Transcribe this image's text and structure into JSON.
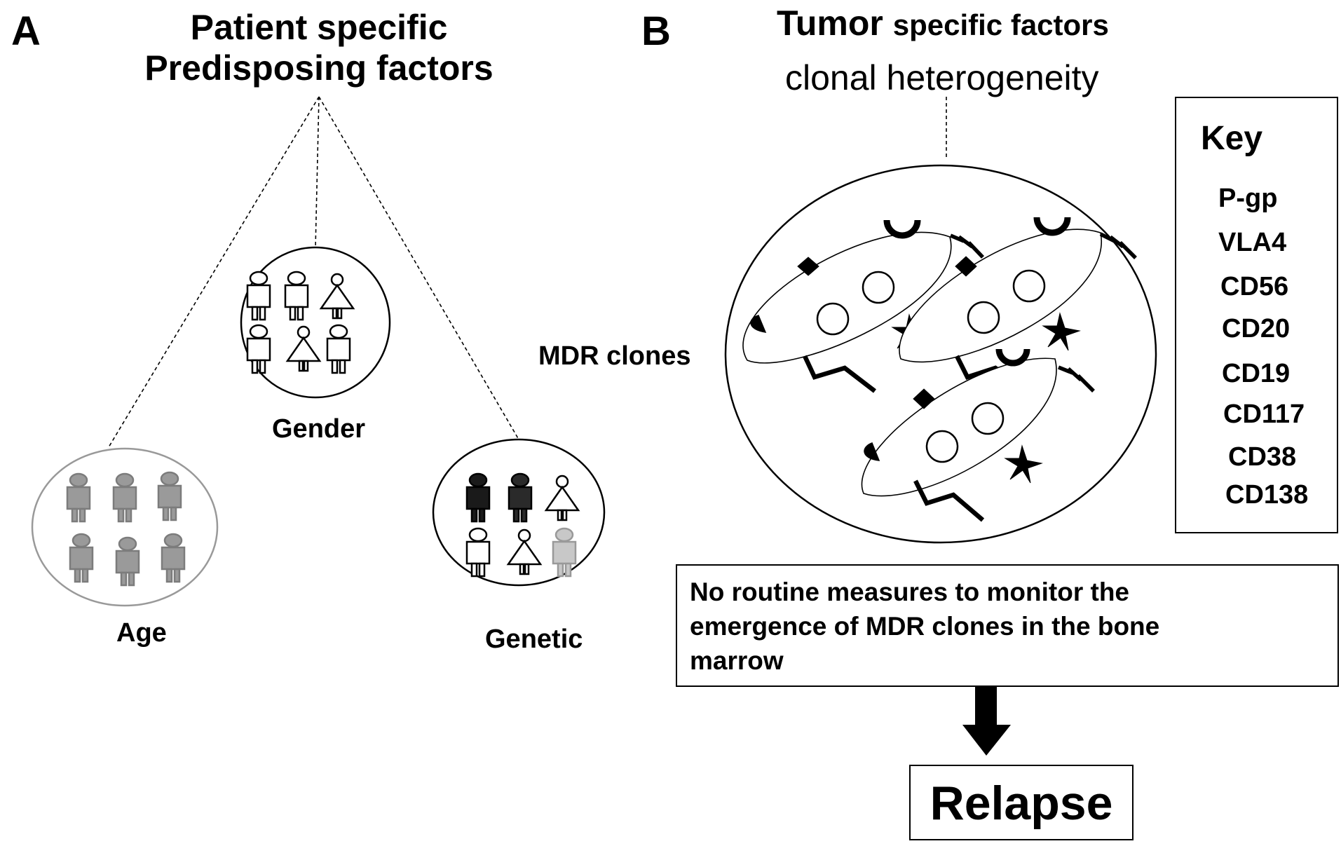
{
  "panel_a": {
    "letter": "A",
    "title_line1": "Patient specific",
    "title_line2": "Predisposing factors",
    "groups": {
      "gender": "Gender",
      "age": "Age",
      "genetic": "Genetic"
    }
  },
  "panel_b": {
    "letter": "B",
    "title_bold": "Tumor",
    "title_rest": "specific factors",
    "subtitle": "clonal heterogeneity",
    "mdr_label": "MDR clones",
    "key": {
      "title": "Key",
      "items": [
        "P-gp",
        "VLA4",
        "CD56",
        "CD20",
        "CD19",
        "CD117",
        "CD38",
        "CD138"
      ]
    },
    "message": "No routine measures to monitor the emergence of MDR clones in the bone marrow",
    "outcome": "Relapse"
  },
  "colors": {
    "gray_figure": "#9a9a9a",
    "dark_figure": "#1a1a1a",
    "light_figure": "#c8c8c8",
    "outline": "#000000"
  }
}
